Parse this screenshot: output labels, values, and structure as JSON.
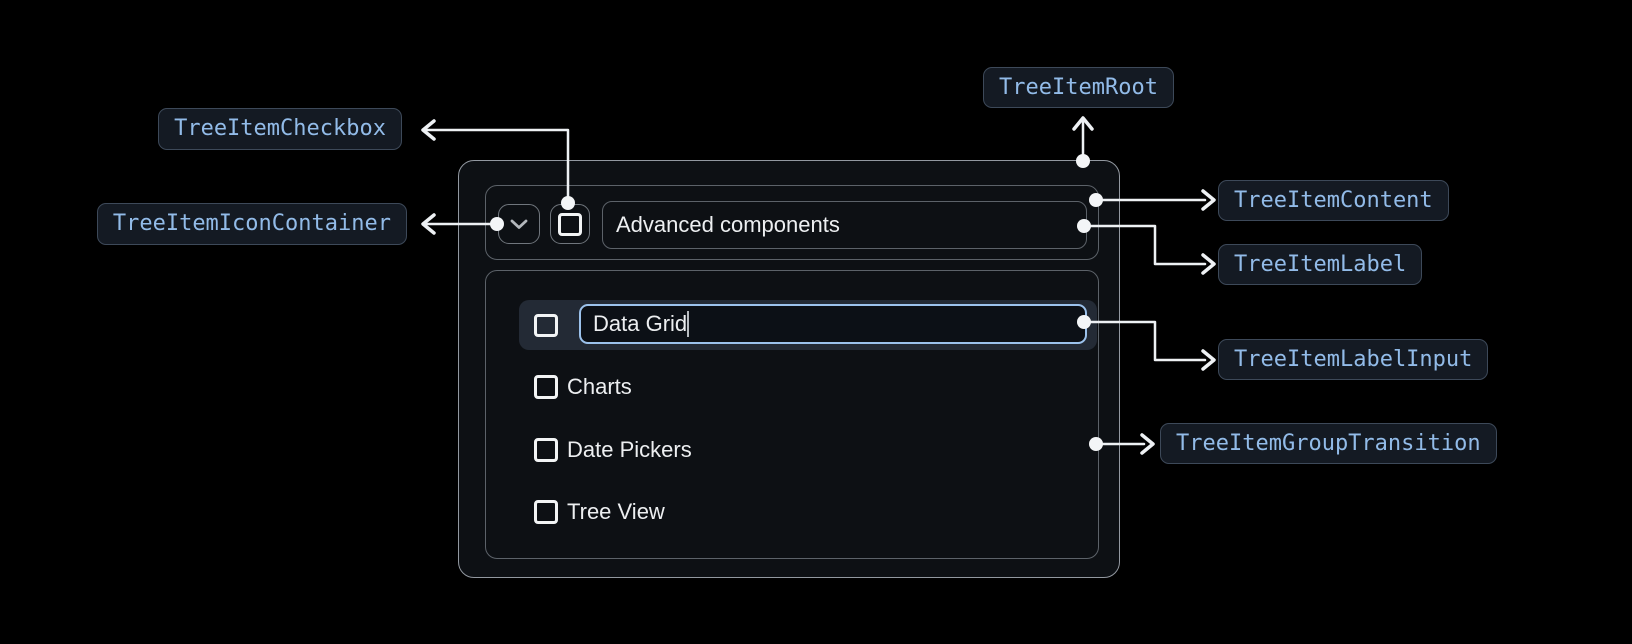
{
  "annotations": {
    "tree_item_checkbox": "TreeItemCheckbox",
    "tree_item_icon_container": "TreeItemIconContainer",
    "tree_item_root": "TreeItemRoot",
    "tree_item_content": "TreeItemContent",
    "tree_item_label": "TreeItemLabel",
    "tree_item_label_input": "TreeItemLabelInput",
    "tree_item_group_transition": "TreeItemGroupTransition"
  },
  "tree": {
    "root_label": "Advanced components",
    "root_expanded": true,
    "items": [
      {
        "label": "Data Grid",
        "editing": true,
        "checked": false
      },
      {
        "label": "Charts",
        "checked": false
      },
      {
        "label": "Date Pickers",
        "checked": false
      },
      {
        "label": "Tree View",
        "checked": false
      }
    ]
  },
  "icons": {
    "expand": "chevron-down-icon",
    "checkbox": "checkbox-unchecked-icon"
  },
  "colors": {
    "background": "#000000",
    "annotation_text": "#92bbe8",
    "annotation_border": "#3d4959",
    "annotation_bg": "#141a23",
    "input_focus_border": "#9cc2ec",
    "row_highlight_bg": "#232a35",
    "wire": "#eef1f4",
    "box_border": "#5c6269",
    "root_border": "#9298a0",
    "text": "#edeff1"
  }
}
